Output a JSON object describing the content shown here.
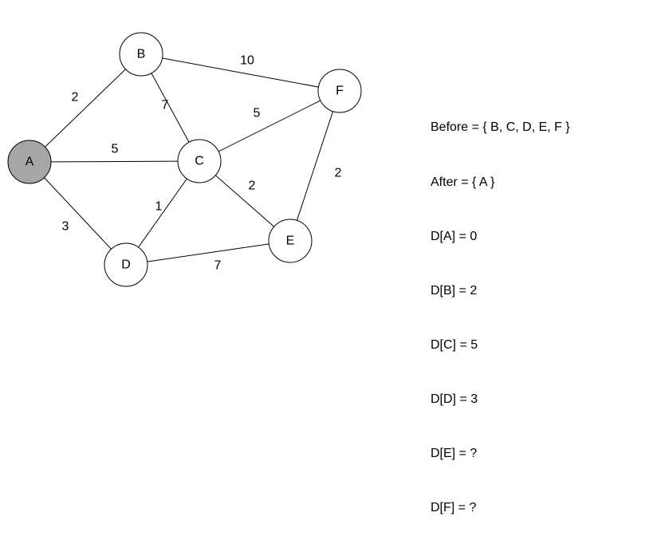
{
  "graph": {
    "nodes": [
      {
        "id": "A",
        "label": "A",
        "visited": true
      },
      {
        "id": "B",
        "label": "B",
        "visited": false
      },
      {
        "id": "C",
        "label": "C",
        "visited": false
      },
      {
        "id": "D",
        "label": "D",
        "visited": false
      },
      {
        "id": "E",
        "label": "E",
        "visited": false
      },
      {
        "id": "F",
        "label": "F",
        "visited": false
      }
    ],
    "edges": [
      {
        "from": "A",
        "to": "B",
        "weight": "2"
      },
      {
        "from": "A",
        "to": "C",
        "weight": "5"
      },
      {
        "from": "A",
        "to": "D",
        "weight": "3"
      },
      {
        "from": "B",
        "to": "C",
        "weight": "7"
      },
      {
        "from": "B",
        "to": "F",
        "weight": "10"
      },
      {
        "from": "C",
        "to": "F",
        "weight": "5"
      },
      {
        "from": "C",
        "to": "D",
        "weight": "1"
      },
      {
        "from": "C",
        "to": "E",
        "weight": "2"
      },
      {
        "from": "D",
        "to": "E",
        "weight": "7"
      },
      {
        "from": "E",
        "to": "F",
        "weight": "2"
      }
    ],
    "colors": {
      "visited_fill": "#a6a6a6",
      "unvisited_fill": "#ffffff",
      "stroke": "#000000"
    }
  },
  "info": {
    "lines": [
      "Before = { B, C, D, E, F }",
      "After = { A }",
      "D[A] = 0",
      "D[B] = 2",
      "D[C] = 5",
      "D[D] = 3",
      "D[E] = ?",
      "D[F] = ?"
    ]
  }
}
